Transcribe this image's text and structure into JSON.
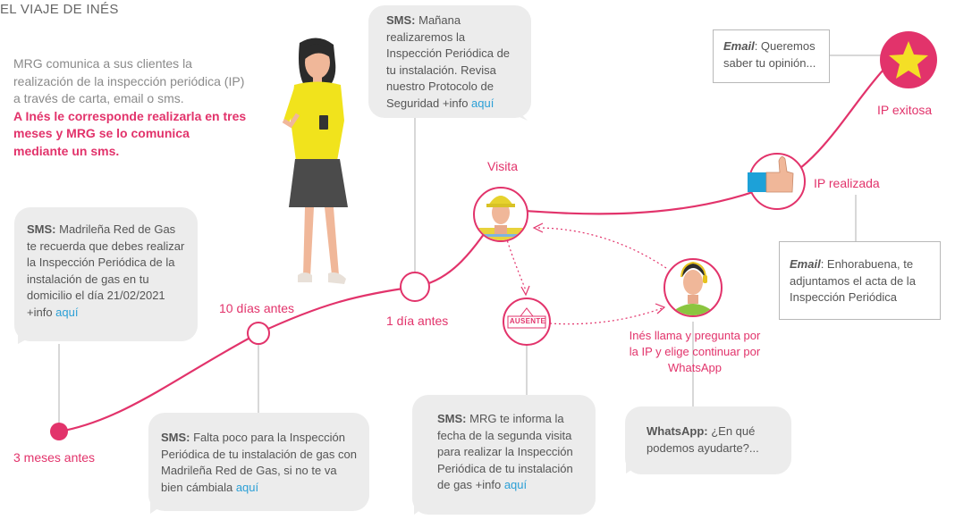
{
  "title": "EL VIAJE DE INÉS",
  "intro": {
    "text": "MRG comunica a sus clientes la realización de la inspección periódica (IP) a través de carta, email o sms.",
    "highlight": "A Inés le corresponde realizarla en tres meses y MRG se lo comunica mediante un sms."
  },
  "stages": {
    "s1": "3 meses antes",
    "s2": "10 días antes",
    "s3": "1 día antes",
    "s4": "Visita",
    "s5": "Inés llama y pregunta por la IP y elige continuar por WhatsApp",
    "s6": "IP realizada",
    "s7": "IP exitosa",
    "absent_stamp": "AUSENTE"
  },
  "messages": {
    "sms1": {
      "prefix": "SMS:",
      "text": " Madrileña Red de Gas te recuerda que debes realizar la Inspección Periódica de la instalación de gas en tu domicilio el día 21/02/2021 +info ",
      "link": "aquí"
    },
    "sms2": {
      "prefix": "SMS:",
      "text": " Falta poco para la Inspección Periódica de tu instalación de gas con Madrileña Red de Gas, si no te va bien cámbiala ",
      "link": "aquí"
    },
    "sms3": {
      "prefix": "SMS:",
      "text": " Mañana realizaremos la Inspección Periódica de tu instalación. Revisa nuestro Protocolo de Seguridad  +info ",
      "link": "aquí"
    },
    "sms4": {
      "prefix": "SMS:",
      "text": " MRG te informa la fecha de la segunda visita para realizar la Inspección Periódica de tu instalación de gas +info ",
      "link": "aquí"
    },
    "whatsapp": {
      "prefix": "WhatsApp:",
      "text": " ¿En qué podemos ayudarte?..."
    },
    "email1": {
      "prefix": "Email",
      "text": ": Enhorabuena, te adjuntamos el acta de la Inspección Periódica"
    },
    "email2": {
      "prefix": "Email",
      "text": ": Queremos saber tu opinión..."
    }
  },
  "colors": {
    "accent": "#e2336b",
    "link": "#2a9fd6",
    "bubble": "#ececec",
    "line": "#b0b0b0"
  }
}
